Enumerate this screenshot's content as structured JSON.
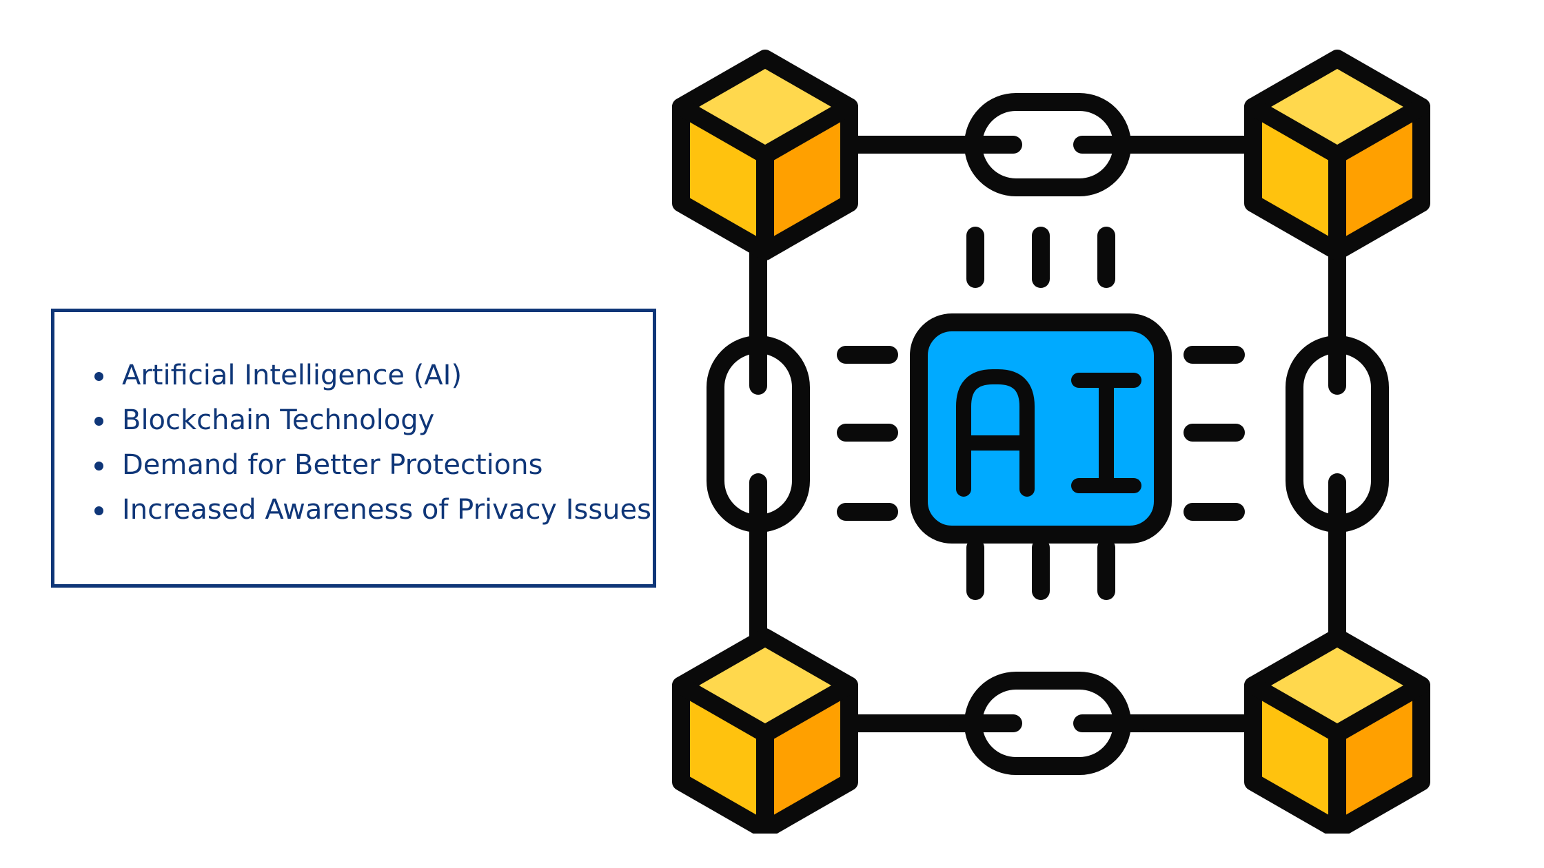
{
  "list": {
    "items": [
      "Artificial Intelligence (AI)",
      "Blockchain Technology",
      "Demand for Better Protections",
      "Increased Awareness of Privacy Issues"
    ]
  },
  "diagram": {
    "chip_label": "AI",
    "icons": [
      "block-cube-icon",
      "chain-link-icon",
      "ai-chip-icon"
    ],
    "colors": {
      "outline": "#0a0a0a",
      "cube_top": "#ffd84d",
      "cube_left": "#ffc20e",
      "cube_right": "#ffa000",
      "chip_fill": "#00aaff",
      "box_border": "#0f3678",
      "text": "#0f3678"
    }
  }
}
